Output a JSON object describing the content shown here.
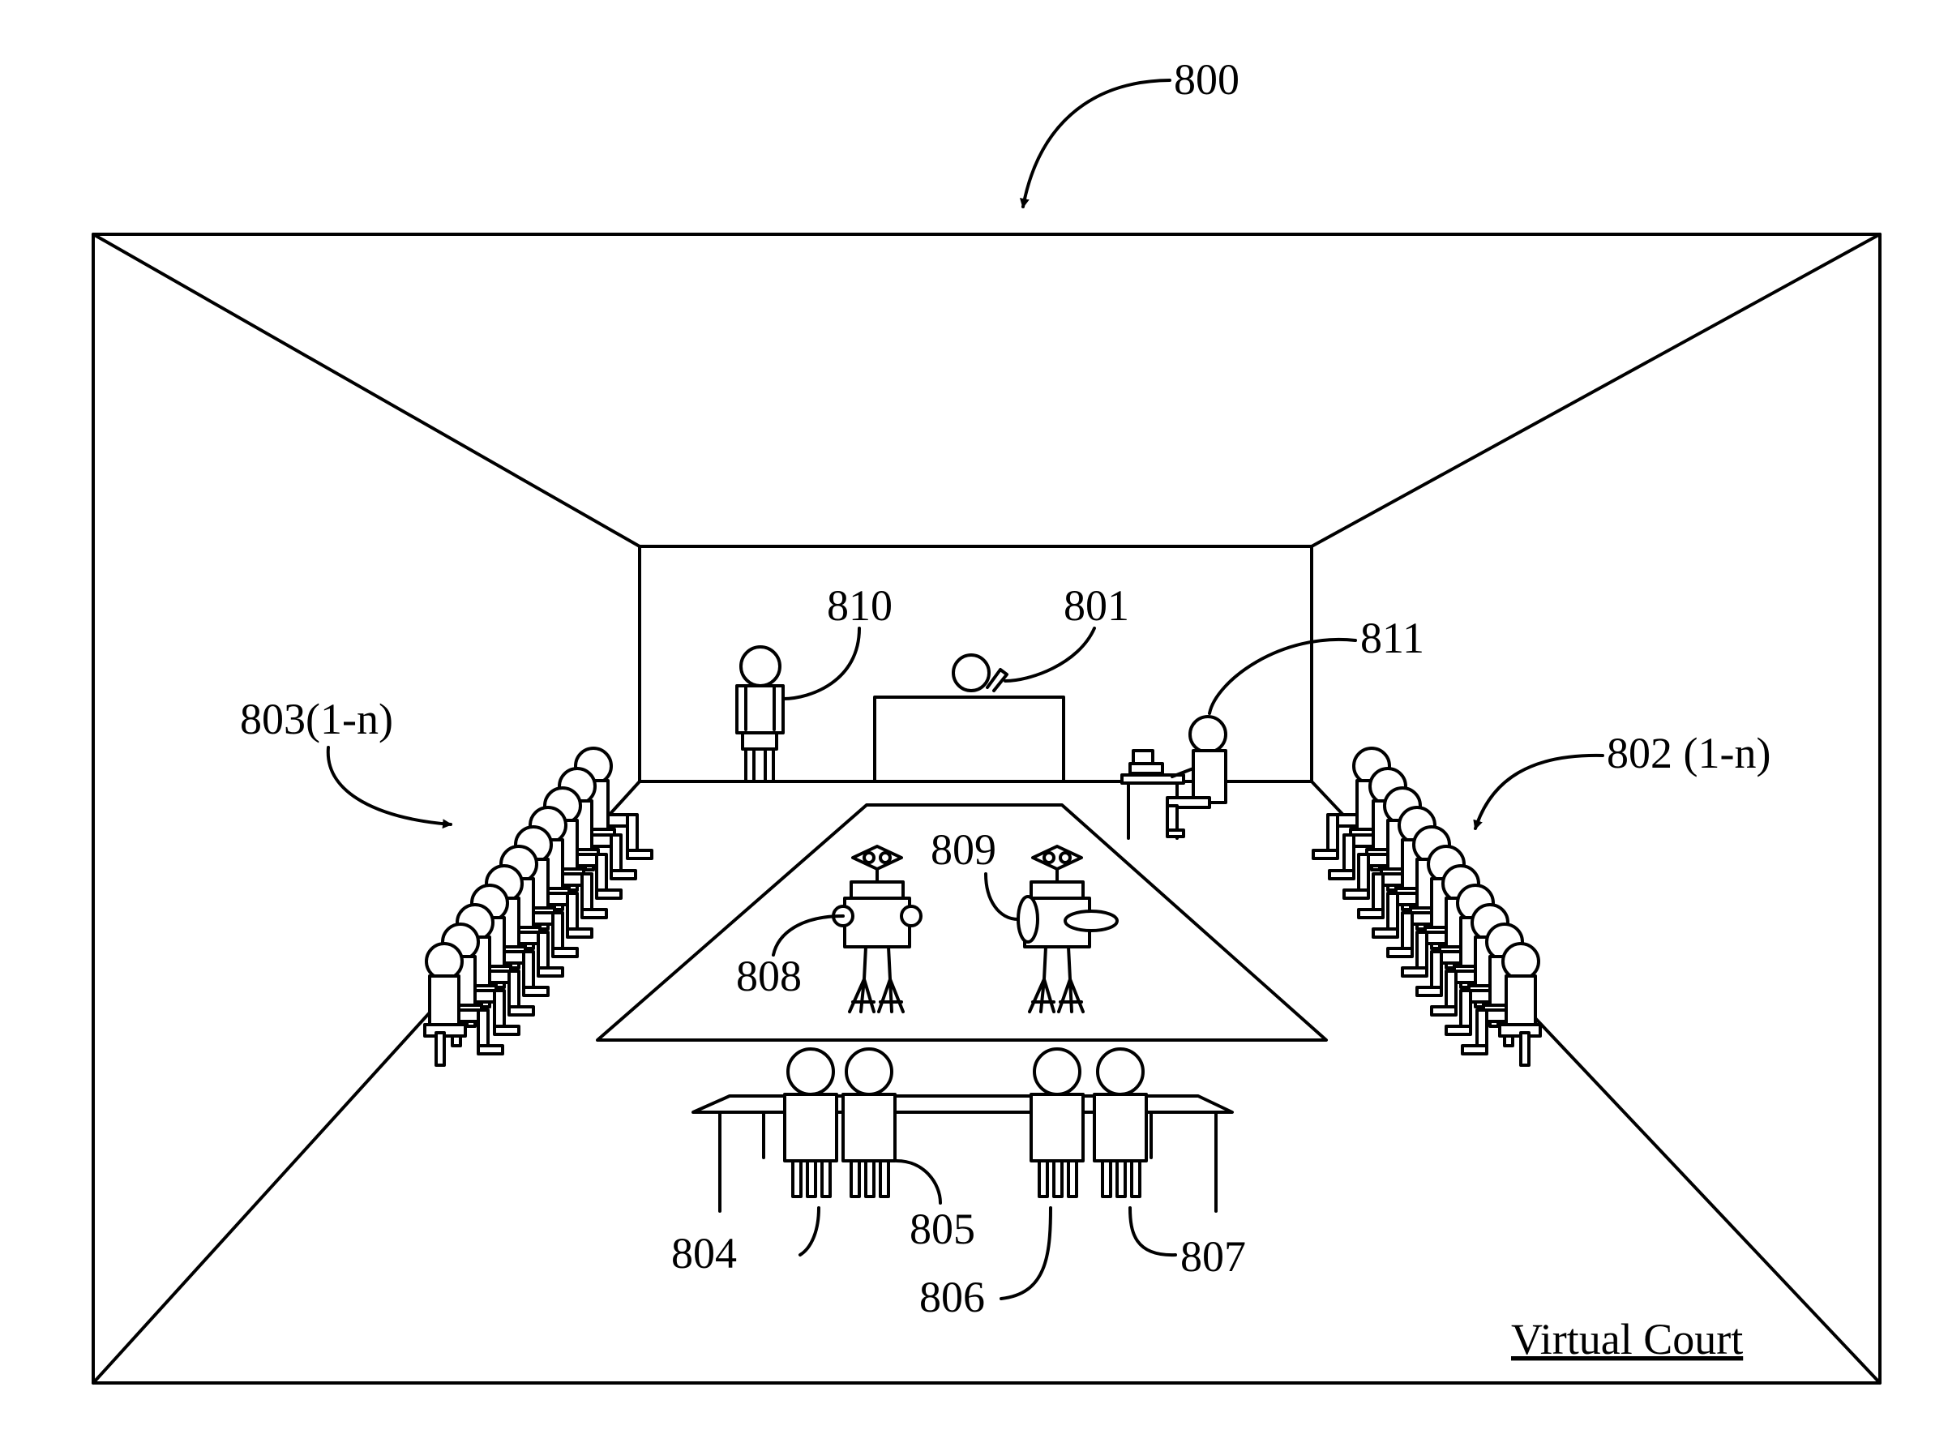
{
  "figure_number": "800",
  "caption": "Virtual Court",
  "labels": {
    "judge": "801",
    "right_gallery": "802 (1-n)",
    "left_gallery": "803(1-n)",
    "counsel_1": "804",
    "counsel_2": "805",
    "counsel_3": "806",
    "counsel_4": "807",
    "avatar_left": "808",
    "avatar_right": "809",
    "witness": "810",
    "clerk": "811"
  }
}
